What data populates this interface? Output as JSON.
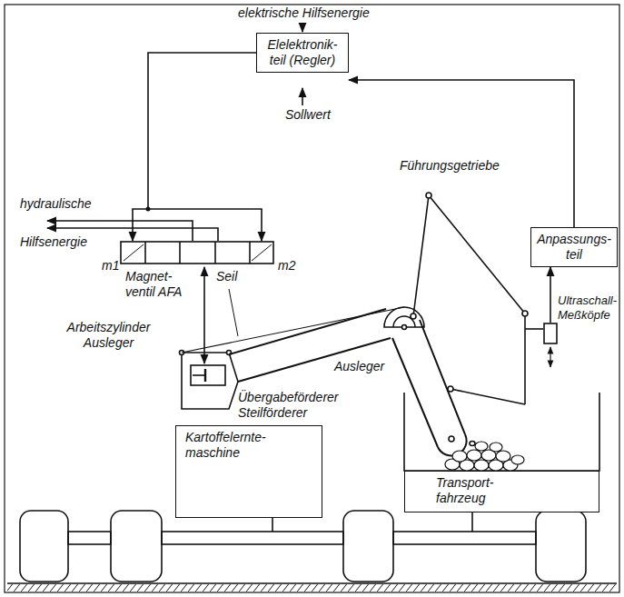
{
  "diagram": {
    "nodes": [
      {
        "text": [
          "Elelektronik- teil (Regler)"
        ]
      },
      {
        "text": [
          "Anpassungs- teil"
        ]
      },
      {
        "text": [
          "Magnet- ventil AFA"
        ]
      },
      {
        "text": [
          "Ultraschall- Meßköpfe"
        ]
      },
      {
        "text": [
          "Kartoffelernte- maschine"
        ]
      },
      {
        "text": [
          "Transport- fahrzeug"
        ]
      }
    ],
    "edges": [
      {
        "from": 0,
        "to": 2,
        "arrow": "to"
      },
      {
        "from": 1,
        "to": 0,
        "arrow": "to"
      },
      {
        "from": 3,
        "to": 1,
        "arrow": "to"
      }
    ],
    "labels": [
      "elektrische Hilfsenergie",
      "Sollwert",
      "hydraulische Hilfsenergie",
      "m1",
      "m2",
      "Führungsgetriebe",
      "Seil",
      "Arbeitszylinder Ausleger",
      "Ausleger",
      "Übergabeförderer Steilförderer"
    ]
  }
}
